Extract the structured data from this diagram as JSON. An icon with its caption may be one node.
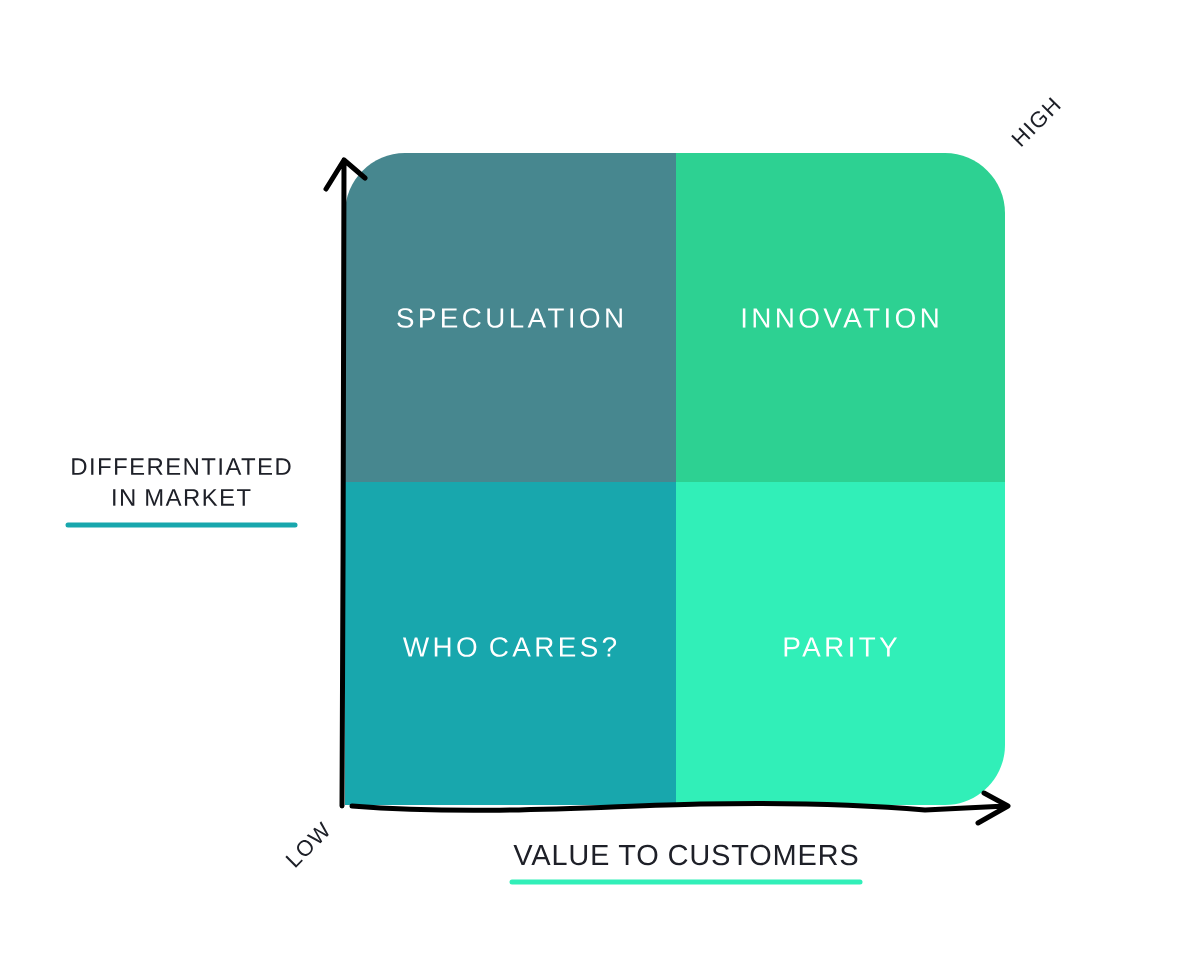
{
  "diagram": {
    "nodes": [
      {
        "text": [
          "SPECULATION"
        ]
      },
      {
        "text": [
          "INNOVATION"
        ]
      },
      {
        "text": [
          "WHO CARES?"
        ]
      },
      {
        "text": [
          "PARITY"
        ]
      }
    ],
    "labels": [
      "HIGH",
      "DIFFERENTIATED IN MARKET",
      "LOW",
      "VALUE TO CUSTOMERS"
    ]
  }
}
